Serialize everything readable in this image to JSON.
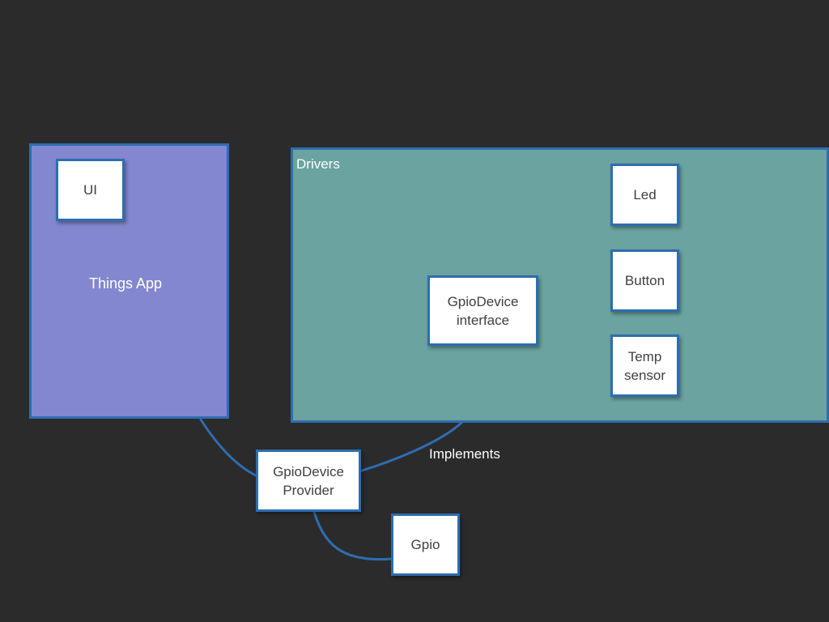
{
  "colors": {
    "background": "#2b2b2b",
    "things_app_fill": "#8387cf",
    "drivers_fill": "#6aa39f",
    "border": "#2e6db0",
    "box_text": "#404040",
    "label_text": "#ffffff"
  },
  "things_app": {
    "label": "Things App",
    "ui_box": "UI"
  },
  "drivers": {
    "label": "Drivers",
    "gpiodevice_interface": [
      "GpioDevice",
      "interface"
    ],
    "led": "Led",
    "button": "Button",
    "temp_sensor": [
      "Temp",
      "sensor"
    ]
  },
  "gpiodevice_provider": [
    "GpioDevice",
    "Provider"
  ],
  "gpio": "Gpio",
  "implements_label": "Implements"
}
